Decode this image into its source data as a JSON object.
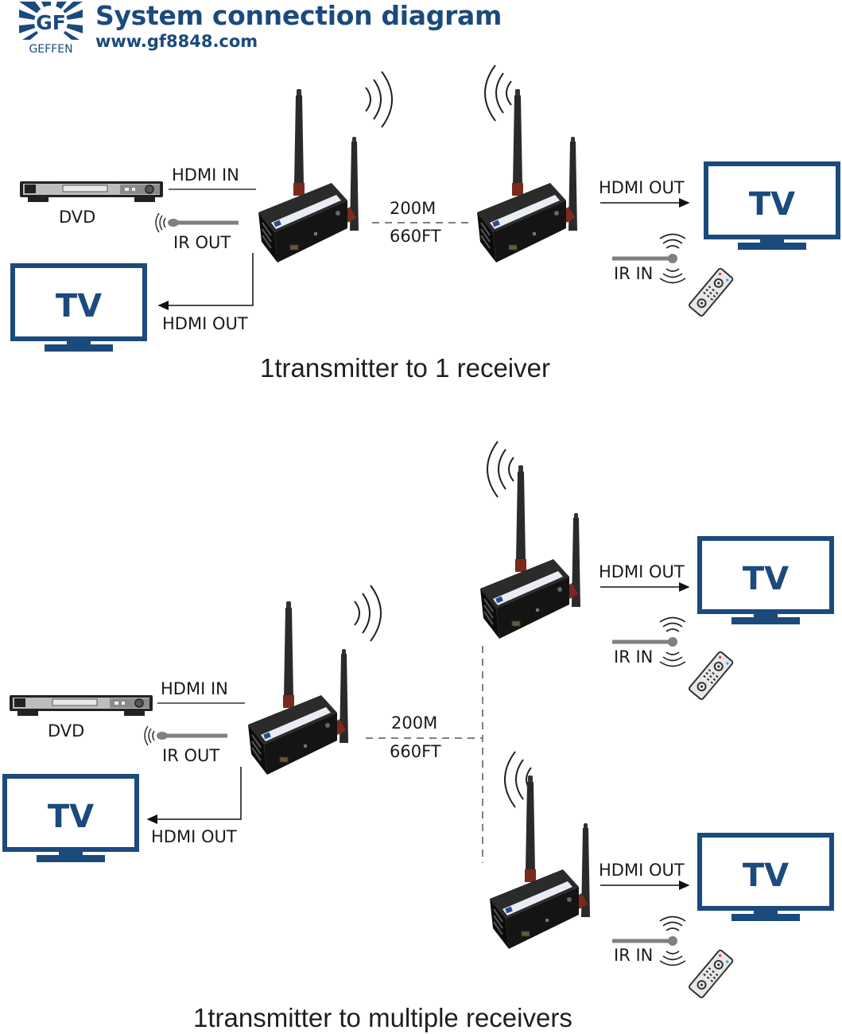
{
  "header": {
    "brand": "GEFFEN",
    "logo_monogram": "GF",
    "title": "System connection diagram",
    "url": "www.gf8848.com"
  },
  "colors": {
    "brand_blue": "#1b4a7d",
    "tv_blue": "#1b4a7d",
    "cable_gray": "#808080",
    "device_black": "#1c1c1c",
    "antenna_red": "#8a2a1f",
    "text": "#1a1a1a"
  },
  "icons": {
    "dvd": "dvd-player-icon",
    "tv": "tv-monitor-icon",
    "device": "wireless-hdmi-extender-icon",
    "remote": "remote-control-icon",
    "ir_sensor": "ir-sensor-cable-icon",
    "signal": "wireless-signal-icon"
  },
  "diagram1": {
    "caption": "1transmitter to 1 receiver",
    "source": {
      "label": "DVD"
    },
    "tx_labels": {
      "hdmi_in": "HDMI IN",
      "ir_out": "IR OUT",
      "hdmi_out": "HDMI OUT"
    },
    "local_tv": {
      "label": "TV"
    },
    "link": {
      "distance_m": "200M",
      "distance_ft": "660FT"
    },
    "receiver": {
      "hdmi_out": "HDMI OUT",
      "ir_in": "IR IN",
      "tv_label": "TV"
    }
  },
  "diagram2": {
    "caption": "1transmitter to multiple receivers",
    "source": {
      "label": "DVD"
    },
    "tx_labels": {
      "hdmi_in": "HDMI IN",
      "ir_out": "IR OUT",
      "hdmi_out": "HDMI OUT"
    },
    "local_tv": {
      "label": "TV"
    },
    "link": {
      "distance_m": "200M",
      "distance_ft": "660FT"
    },
    "receivers": [
      {
        "hdmi_out": "HDMI OUT",
        "ir_in": "IR IN",
        "tv_label": "TV"
      },
      {
        "hdmi_out": "HDMI OUT",
        "ir_in": "IR IN",
        "tv_label": "TV"
      }
    ]
  }
}
